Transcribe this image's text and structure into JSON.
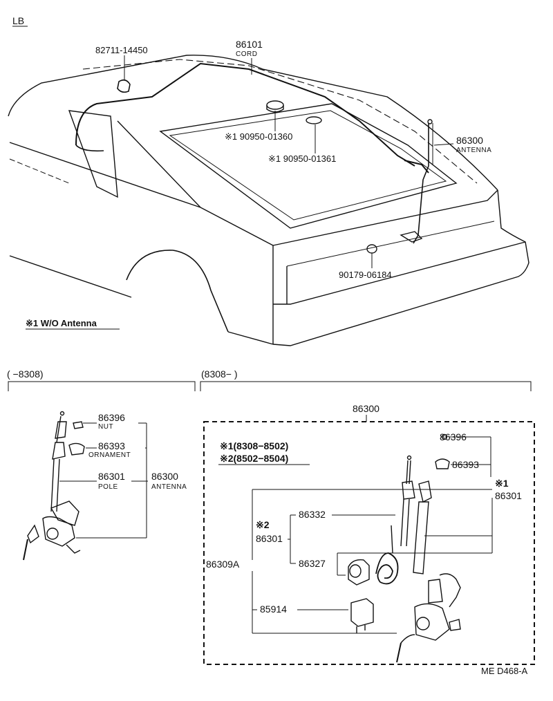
{
  "header": {
    "code": "LB"
  },
  "top": {
    "clamp": "82711-14450",
    "cord_num": "86101",
    "cord_name": "CORD",
    "plug1": "※1 90950-01360",
    "plug2": "※1 90950-01361",
    "antenna_num": "86300",
    "antenna_name": "ANTENNA",
    "grommet": "90179-06184",
    "note": "※1 W/O Antenna"
  },
  "left": {
    "range": "(          −8308)",
    "nut_num": "86396",
    "nut_name": "NUT",
    "ornament_num": "86393",
    "ornament_name": "ORNAMENT",
    "pole_num": "86301",
    "pole_name": "POLE",
    "antenna_num": "86300",
    "antenna_name": "ANTENNA"
  },
  "right": {
    "range": "(8308−          )",
    "assembly": "86300",
    "note1": "※1(8308−8502)",
    "note2": "※2(8502−8504)",
    "nut": "86396",
    "ornament": "86393",
    "pole_mark": "※1",
    "pole1": "86301",
    "part_86332": "86332",
    "mark2": "※2",
    "pole2": "86301",
    "motor": "86309A",
    "part_86327": "86327",
    "relay": "85914"
  },
  "footer": {
    "code": "ME  D468-A"
  }
}
